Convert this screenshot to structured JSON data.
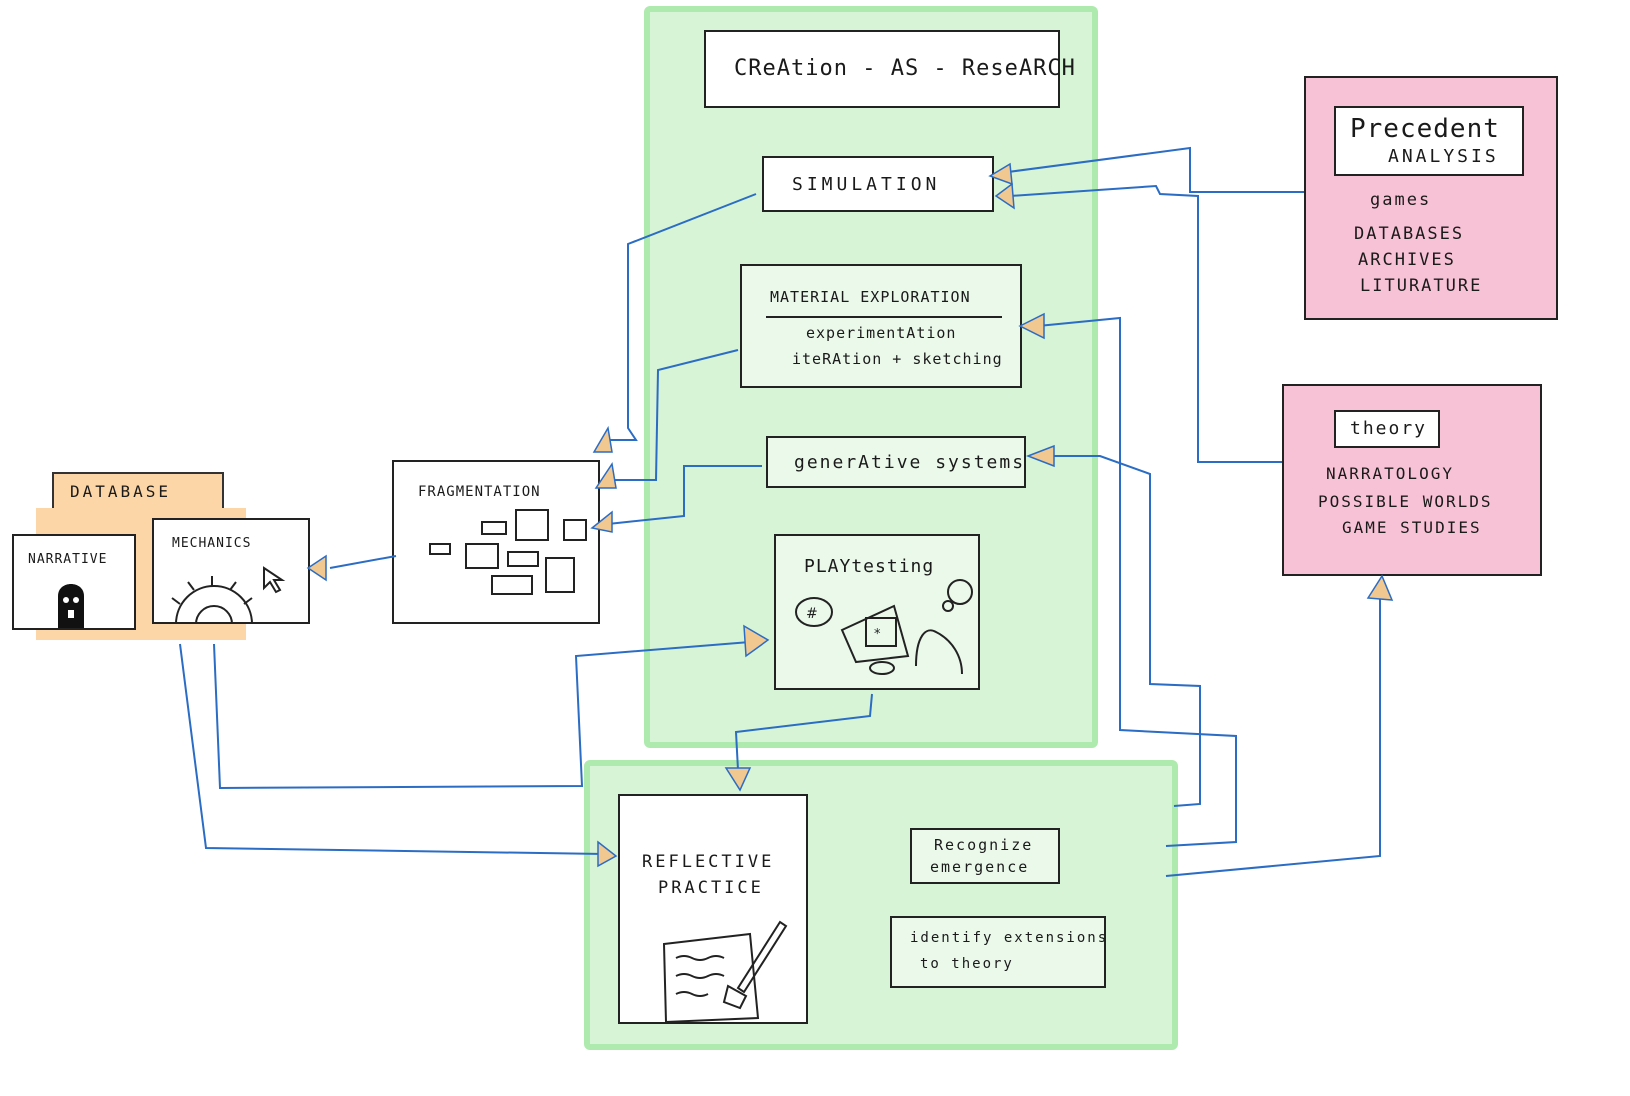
{
  "creation_title": "CReAtion - AS - ReseARCH",
  "simulation": "SimuLAtion",
  "material": {
    "title": "MAteRiAL ExpLoRAtion",
    "line1": "experimentAtion",
    "line2": "iteRAtion + sketching"
  },
  "generative": "generAtive systems",
  "playtesting": "PLAYtesting",
  "fragmentation": "FRAGMENtAtion",
  "database": {
    "label": "DATABASE",
    "narrative": "NARRAtive",
    "mechanics": "MECHANiCS"
  },
  "reflective": {
    "line1": "REfLECtiVE",
    "line2": "PRACtiCE"
  },
  "recognize": {
    "line1": "Recognize",
    "line2": "emergence"
  },
  "identify": {
    "line1": "identify extensions",
    "line2": "to theory"
  },
  "precedent": {
    "title1": "Precedent",
    "title2": "ANALYSiS",
    "items": [
      "games",
      "DATABASES",
      "ARCHiVES",
      "LituRAtuRE"
    ]
  },
  "theory": {
    "title": "theory",
    "items": [
      "NARRAtology",
      "POSSiBLE WORLDS",
      "GAME STUDiES"
    ]
  },
  "colors": {
    "green_fill": "#d7f4d7",
    "green_border": "#aeeaae",
    "pink": "#f7c2d6",
    "orange": "#fcd6a6",
    "arrow_line": "#2b6cc4",
    "arrow_head": "#f0c890"
  }
}
